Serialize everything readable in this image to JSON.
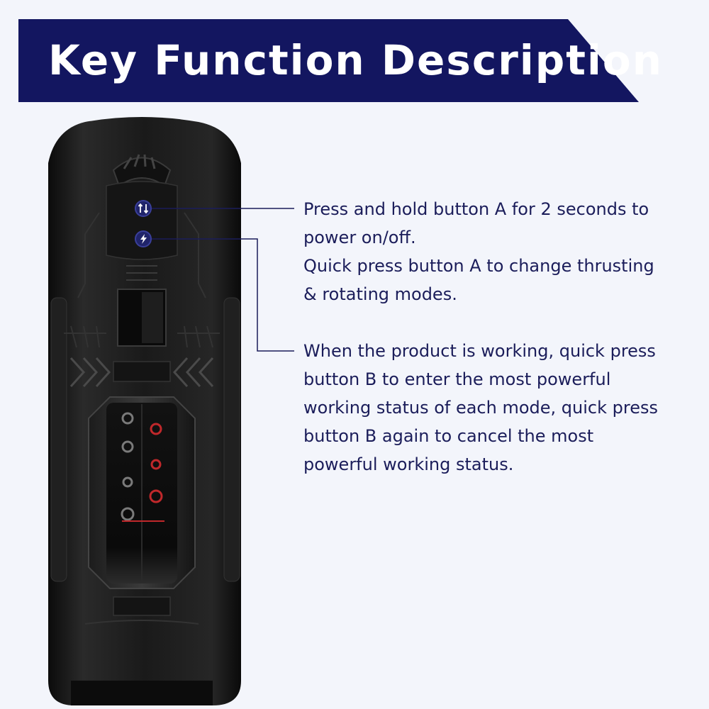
{
  "header": {
    "title": "Key Function Description"
  },
  "buttons": {
    "a": {
      "icon": "thrust-rotate-arrows-icon"
    },
    "b": {
      "icon": "lightning-bolt-icon"
    }
  },
  "descriptions": {
    "button_a": [
      "Press and hold button A for 2 seconds to power on/off.",
      "Quick press button A to change thrusting & rotating modes."
    ],
    "button_b": "When the product is working, quick press button B to enter the most powerful working status of each mode, quick press button B again to cancel the most powerful working status."
  },
  "colors": {
    "banner": "#131660",
    "background": "#f3f5fb",
    "text": "#1b1d5a",
    "button_ring": "#3a3f9a",
    "leader_line": "#1b1d5a"
  }
}
